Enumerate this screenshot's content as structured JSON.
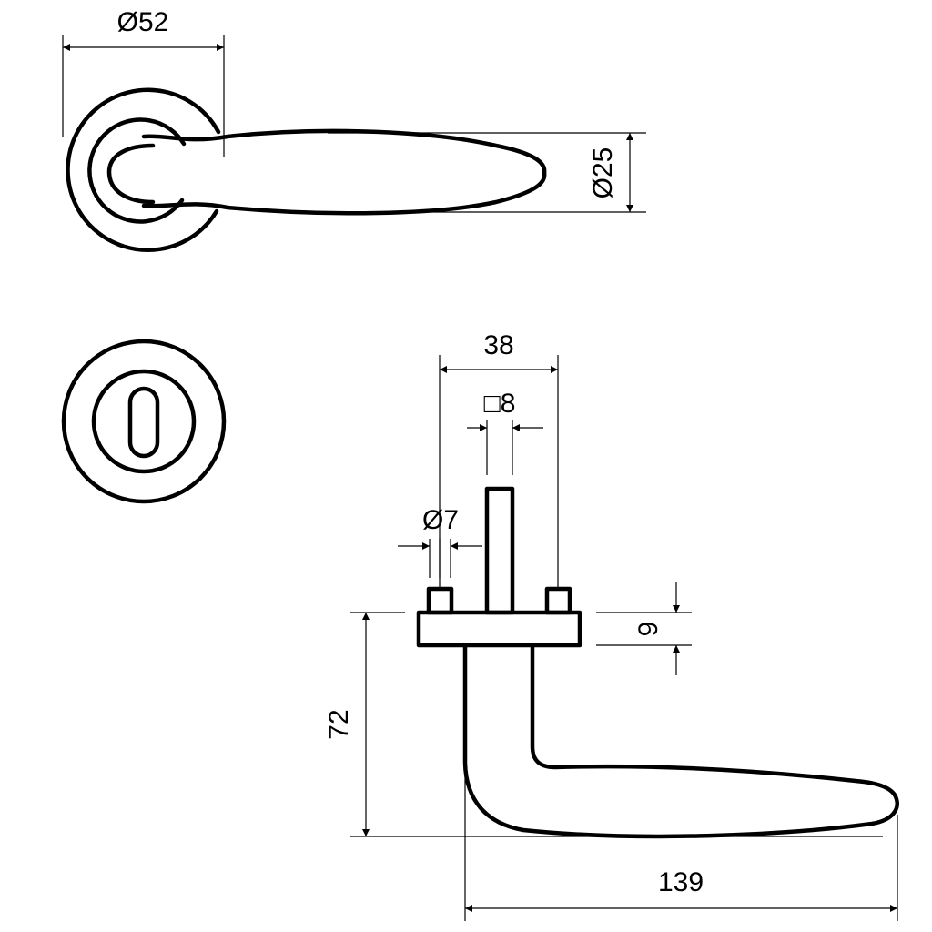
{
  "dimensions": {
    "rose_diameter": "Ø52",
    "grip_diameter": "Ø25",
    "spacing": "38",
    "spindle_square": "□8",
    "screw_diameter": "Ø7",
    "rose_thickness": "9",
    "projection": "72",
    "lever_length": "139"
  },
  "colors": {
    "line": "#000000",
    "background": "#ffffff"
  }
}
